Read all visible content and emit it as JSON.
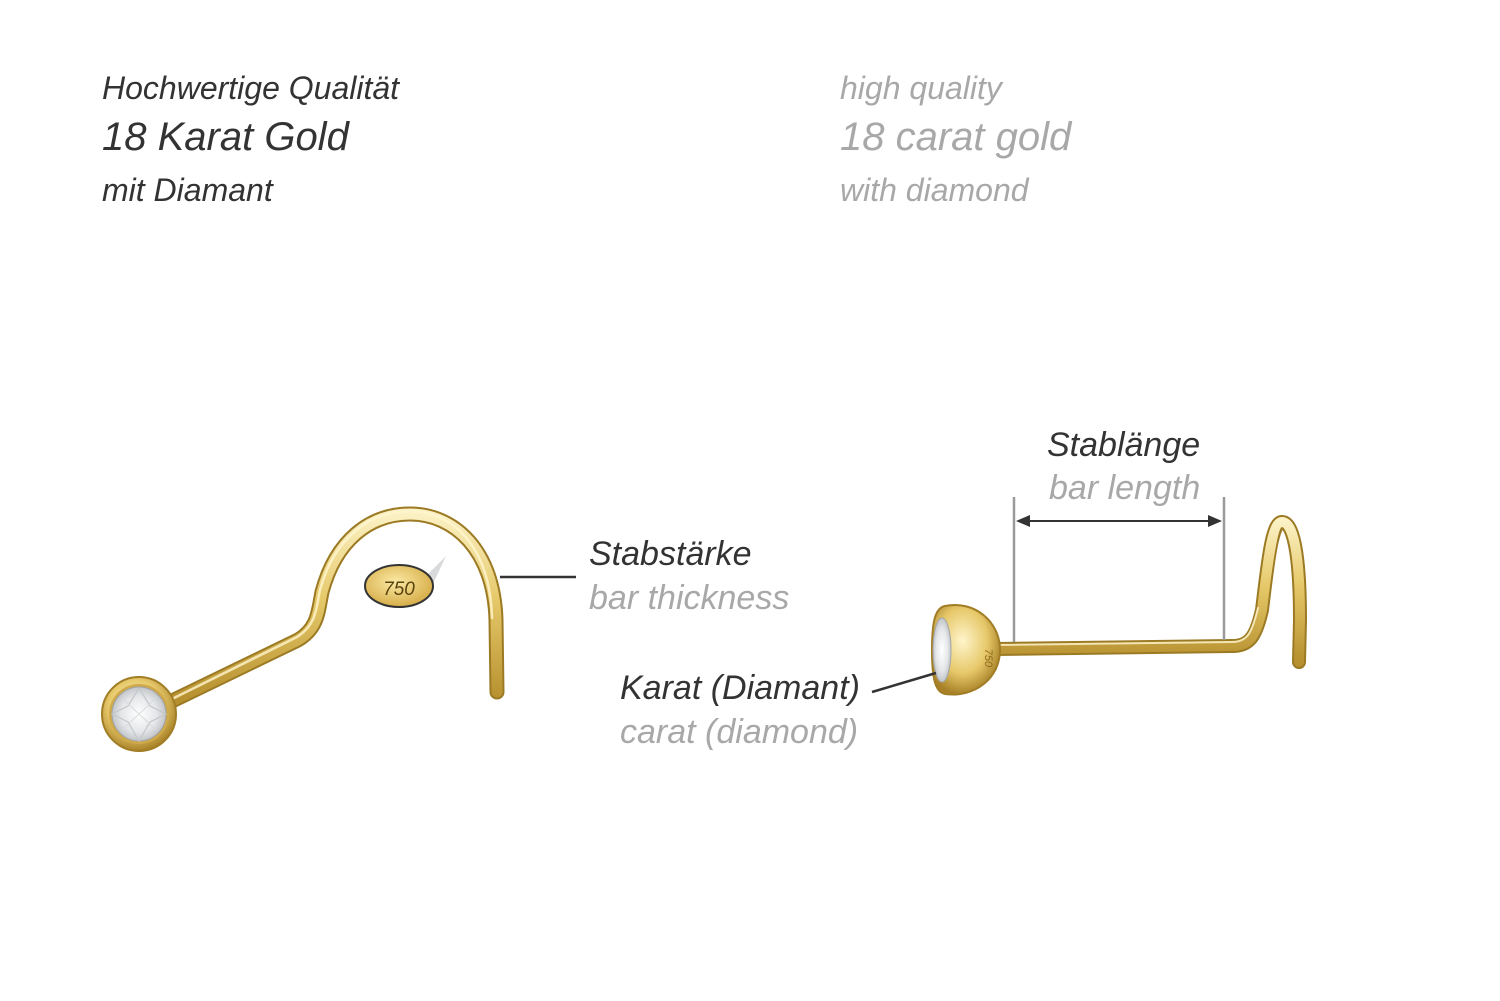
{
  "header_de": {
    "line1": "Hochwertige Qualität",
    "line2": "18 Karat Gold",
    "line3": "mit Diamant"
  },
  "header_en": {
    "line1": "high quality",
    "line2": "18 carat gold",
    "line3": "with diamond"
  },
  "labels": {
    "bar_thickness_de": "Stabstärke",
    "bar_thickness_en": "bar thickness",
    "bar_length_de": "Stablänge",
    "bar_length_en": "bar length",
    "carat_de": "Karat (Diamant)",
    "carat_en": "carat (diamond)"
  },
  "hallmark": "750",
  "colors": {
    "gold_light": "#f6e7a2",
    "gold_mid": "#e3c563",
    "gold_dark": "#b58e2c",
    "leader_line": "#333333",
    "dimension_line": "#9a9a9a"
  }
}
